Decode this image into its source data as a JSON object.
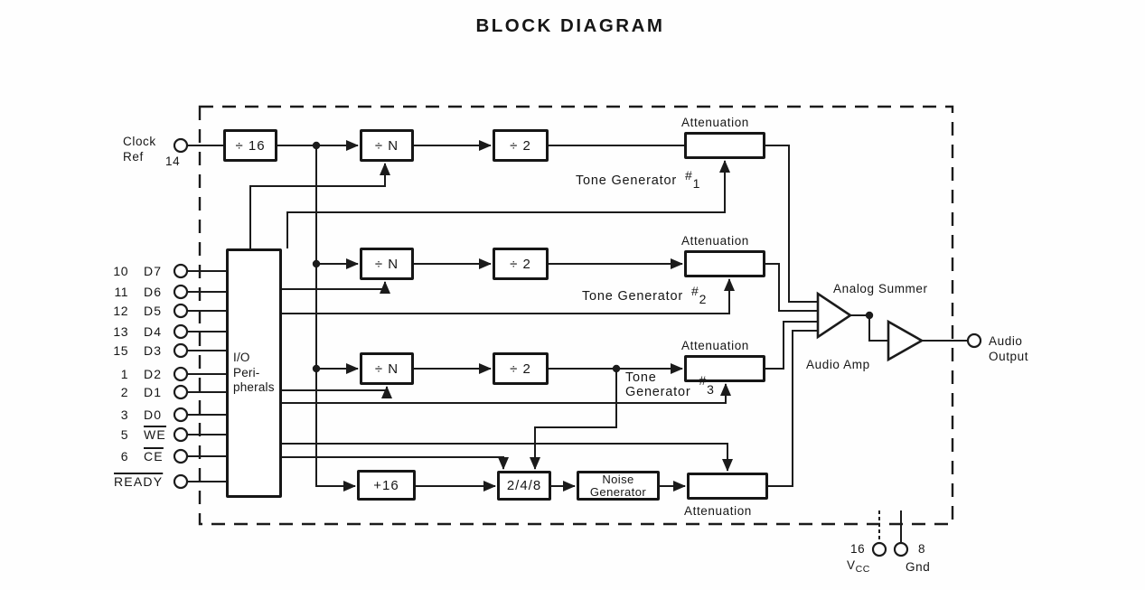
{
  "title": "BLOCK DIAGRAM",
  "chip": {
    "clock": {
      "label": "Clock\nRef",
      "pin": "14"
    },
    "pins": [
      {
        "num": "10",
        "label": "D7"
      },
      {
        "num": "11",
        "label": "D6"
      },
      {
        "num": "12",
        "label": "D5"
      },
      {
        "num": "13",
        "label": "D4"
      },
      {
        "num": "15",
        "label": "D3"
      },
      {
        "num": "1",
        "label": "D2"
      },
      {
        "num": "2",
        "label": "D1"
      },
      {
        "num": "3",
        "label": "D0"
      },
      {
        "num": "5",
        "label": "WE"
      },
      {
        "num": "6",
        "label": "CE"
      },
      {
        "num": "",
        "label": "READY"
      }
    ],
    "blocks": {
      "div16": "÷ 16",
      "divN": "÷ N",
      "div2": "÷ 2",
      "plus16": "+16",
      "freq248": "2/4/8",
      "noise": "Noise\nGenerator",
      "io": "I/O\nPeri-\npherals",
      "attenuation": "Attenuation"
    },
    "tone_generators": [
      {
        "label": "Tone Generator",
        "hash": "#",
        "num": "1"
      },
      {
        "label": "Tone Generator",
        "hash": "#",
        "num": "2"
      },
      {
        "label": "Tone\nGenerator",
        "hash": "#",
        "num": "3"
      }
    ],
    "summer_label": "Analog Summer",
    "amp_label": "Audio Amp",
    "output": {
      "label": "Audio\nOutput"
    },
    "power": {
      "vcc_pin": "16",
      "vcc_base": "V",
      "vcc_sub": "CC",
      "gnd_pin": "8",
      "gnd_label": "Gnd"
    }
  },
  "colors": {
    "ink": "#1b1b1b",
    "background": "#fefefe"
  }
}
